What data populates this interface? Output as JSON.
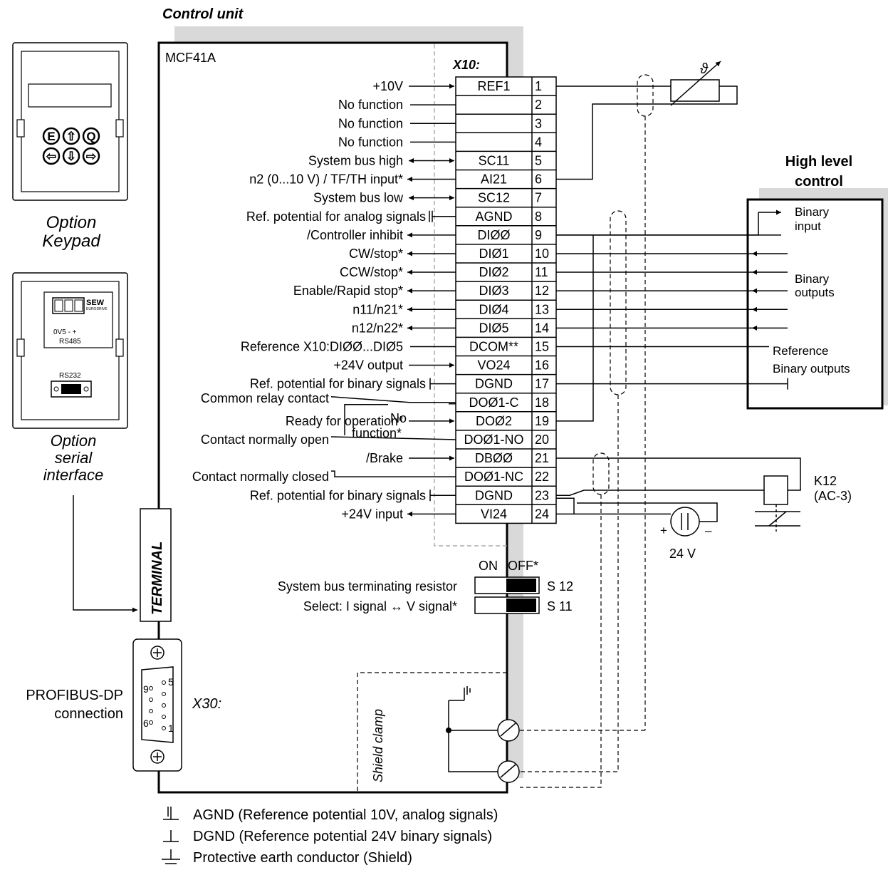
{
  "title": "Control unit",
  "unit_name": "MCF41A",
  "connector_x10": "X10:",
  "terminals": [
    {
      "num": "1",
      "code": "REF1",
      "label": "+10V"
    },
    {
      "num": "2",
      "code": "",
      "label": "No function"
    },
    {
      "num": "3",
      "code": "",
      "label": "No function"
    },
    {
      "num": "4",
      "code": "",
      "label": "No function"
    },
    {
      "num": "5",
      "code": "SC11",
      "label": "System bus high"
    },
    {
      "num": "6",
      "code": "AI21",
      "label": "n2 (0...10 V) / TF/TH input*"
    },
    {
      "num": "7",
      "code": "SC12",
      "label": "System bus low"
    },
    {
      "num": "8",
      "code": "AGND",
      "label": "Ref. potential for analog signals"
    },
    {
      "num": "9",
      "code": "DIØØ",
      "label": "/Controller inhibit"
    },
    {
      "num": "10",
      "code": "DIØ1",
      "label": "CW/stop*"
    },
    {
      "num": "11",
      "code": "DIØ2",
      "label": "CCW/stop*"
    },
    {
      "num": "12",
      "code": "DIØ3",
      "label": "Enable/Rapid stop*"
    },
    {
      "num": "13",
      "code": "DIØ4",
      "label": "n11/n21*"
    },
    {
      "num": "14",
      "code": "DIØ5",
      "label": "n12/n22*"
    },
    {
      "num": "15",
      "code": "DCOM**",
      "label": "Reference X10:DIØØ...DIØ5"
    },
    {
      "num": "16",
      "code": "VO24",
      "label": "+24V output"
    },
    {
      "num": "17",
      "code": "DGND",
      "label": "Ref. potential for binary signals"
    },
    {
      "num": "18",
      "code": "DOØ1-C",
      "label": "Common relay contact"
    },
    {
      "num": "19",
      "code": "DOØ2",
      "label": "Ready for operation*"
    },
    {
      "num": "20",
      "code": "DOØ1-NO",
      "label": "Contact normally open"
    },
    {
      "num": "21",
      "code": "DBØØ",
      "label": "/Brake"
    },
    {
      "num": "22",
      "code": "DOØ1-NC",
      "label": "Contact normally closed"
    },
    {
      "num": "23",
      "code": "DGND",
      "label": "Ref. potential for binary signals"
    },
    {
      "num": "24",
      "code": "VI24",
      "label": "+24V input"
    }
  ],
  "no_function_line1": "No",
  "no_function_line2": "function*",
  "high_level_control": {
    "line1": "High level",
    "line2": "control",
    "binary_input_1": "Binary",
    "binary_input_2": "input",
    "binary_outputs_1": "Binary",
    "binary_outputs_2": "outputs",
    "reference_1": "Reference",
    "reference_2": "Binary outputs"
  },
  "theta_symbol": "ϑ",
  "k12_line1": "K12",
  "k12_line2": "(AC-3)",
  "supply_24v": "24 V",
  "switch_on": "ON",
  "switch_off": "OFF*",
  "switch_rows": [
    {
      "label": "System bus terminating resistor",
      "id": "S 12"
    },
    {
      "label": "Select: I signal ↔ V signal*",
      "id": "S 11"
    }
  ],
  "terminal_label": "TERMINAL",
  "keypad": {
    "line1": "Option",
    "line2": "Keypad",
    "keys_top": [
      "E",
      "⇧",
      "Q"
    ],
    "keys_bottom": [
      "⇦",
      "⇩",
      "⇨"
    ]
  },
  "serial": {
    "line1": "Option",
    "line2": "serial",
    "line3": "interface",
    "brand": "SEW",
    "brand_sub": "EURODRIVE",
    "rs485_pins": "0V5  -  +",
    "rs485": "RS485",
    "rs232": "RS232"
  },
  "profibus": {
    "line1": "PROFIBUS-DP",
    "line2": "connection",
    "connector": "X30:",
    "pin9": "9",
    "pin5": "5",
    "pin6": "6",
    "pin1": "1"
  },
  "shield_clamp": "Shield clamp",
  "legend": [
    "AGND (Reference potential 10V, analog signals)",
    "DGND (Reference potential 24V binary signals)",
    "Protective earth conductor (Shield)"
  ],
  "colors": {
    "shadow": "#d9d9d9",
    "line": "#000000"
  }
}
